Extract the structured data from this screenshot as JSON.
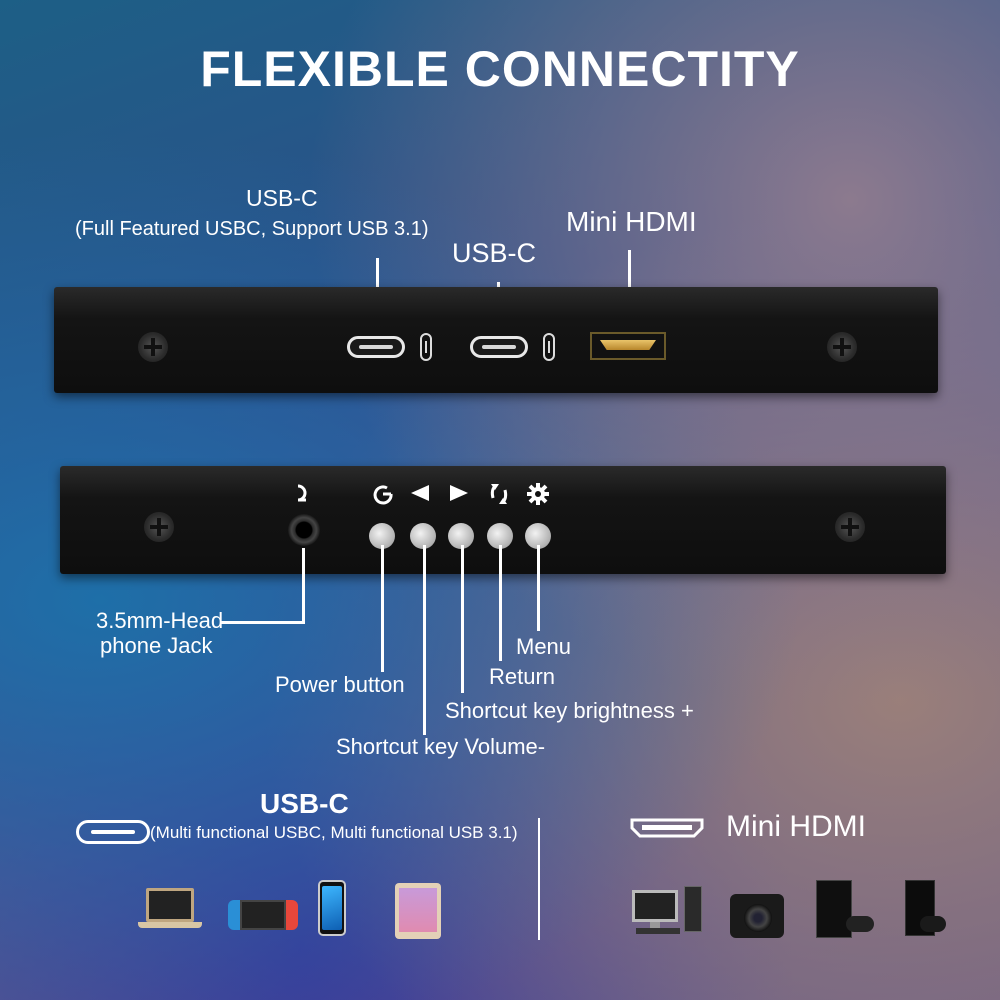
{
  "title": "FLEXIBLE CONNECTITY",
  "top_panel": {
    "label_usbc_full": "USB-C",
    "label_usbc_full_sub": "(Full Featured USBC, Support USB 3.1)",
    "label_usbc": "USB-C",
    "label_mini_hdmi": "Mini HDMI"
  },
  "bottom_panel": {
    "icons": [
      "headphone-icon",
      "power-icon",
      "left-arrow-icon",
      "right-arrow-icon",
      "return-icon",
      "gear-icon"
    ],
    "label_jack_line1": "3.5mm-Head",
    "label_jack_line2": "phone Jack",
    "label_power": "Power button",
    "label_volume": "Shortcut key Volume-",
    "label_brightness": "Shortcut key brightness +",
    "label_return": "Return",
    "label_menu": "Menu"
  },
  "legend": {
    "usbc_title": "USB-C",
    "usbc_desc": "(Multi functional USBC, Multi functional USB 3.1)",
    "usbc_devices": [
      "laptop",
      "game-console-switch",
      "smartphone",
      "tablet"
    ],
    "hdmi_title": "Mini HDMI",
    "hdmi_devices": [
      "desktop-computer",
      "camera",
      "playstation-console",
      "xbox-console"
    ]
  },
  "colors": {
    "hdmi_gold": "#d9a441",
    "panel": "#141414",
    "text": "#ffffff"
  }
}
